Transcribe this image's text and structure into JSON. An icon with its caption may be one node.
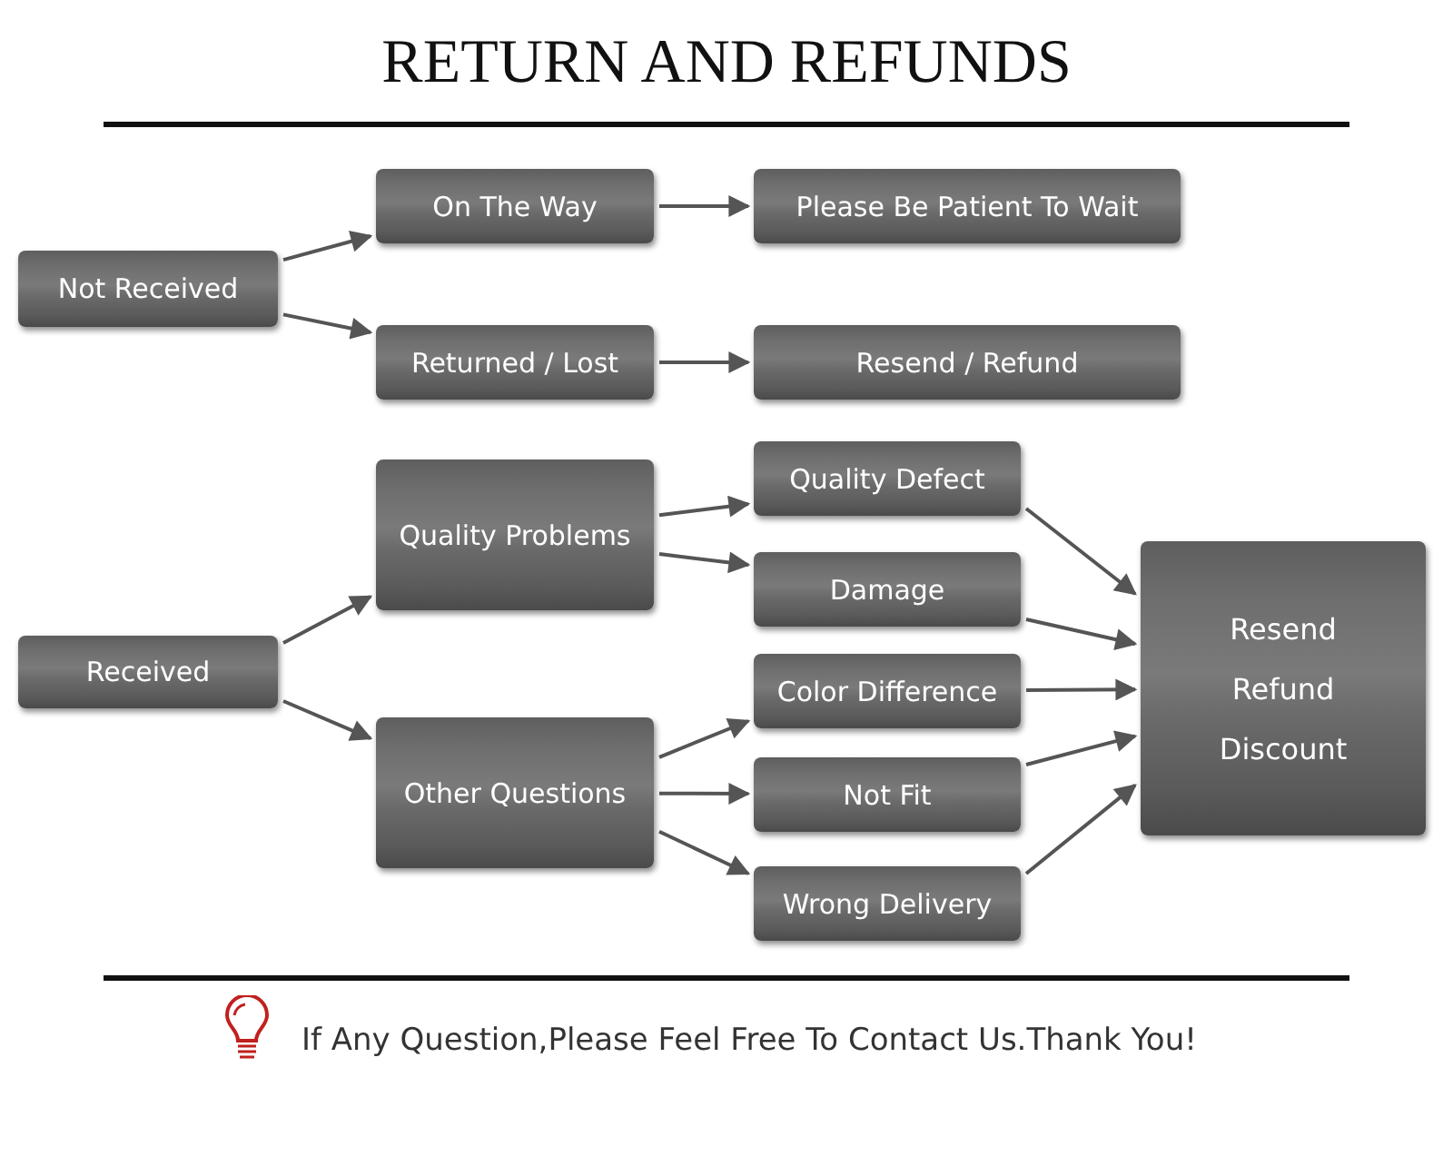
{
  "diagram": {
    "title": "RETURN AND REFUNDS",
    "nodes": [
      {
        "text": [
          "Not Received"
        ]
      },
      {
        "text": [
          "On The Way"
        ]
      },
      {
        "text": [
          "Returned / Lost"
        ]
      },
      {
        "text": [
          "Please Be Patient To Wait"
        ]
      },
      {
        "text": [
          "Resend / Refund"
        ]
      },
      {
        "text": [
          "Received"
        ]
      },
      {
        "text": [
          "Quality Problems"
        ]
      },
      {
        "text": [
          "Other Questions"
        ]
      },
      {
        "text": [
          "Quality Defect"
        ]
      },
      {
        "text": [
          "Damage"
        ]
      },
      {
        "text": [
          "Color Difference"
        ]
      },
      {
        "text": [
          "Not Fit"
        ]
      },
      {
        "text": [
          "Wrong Delivery"
        ]
      },
      {
        "text": [
          "Resend",
          "Refund",
          "Discount"
        ]
      }
    ],
    "edges": [
      {
        "from": 0,
        "to": 1,
        "arrow": "to"
      },
      {
        "from": 0,
        "to": 2,
        "arrow": "to"
      },
      {
        "from": 1,
        "to": 3,
        "arrow": "to"
      },
      {
        "from": 2,
        "to": 4,
        "arrow": "to"
      },
      {
        "from": 5,
        "to": 6,
        "arrow": "to"
      },
      {
        "from": 5,
        "to": 7,
        "arrow": "to"
      },
      {
        "from": 6,
        "to": 8,
        "arrow": "to"
      },
      {
        "from": 6,
        "to": 9,
        "arrow": "to"
      },
      {
        "from": 7,
        "to": 10,
        "arrow": "to"
      },
      {
        "from": 7,
        "to": 11,
        "arrow": "to"
      },
      {
        "from": 7,
        "to": 12,
        "arrow": "to"
      },
      {
        "from": 8,
        "to": 13,
        "arrow": "to"
      },
      {
        "from": 9,
        "to": 13,
        "arrow": "to"
      },
      {
        "from": 10,
        "to": 13,
        "arrow": "to"
      },
      {
        "from": 11,
        "to": 13,
        "arrow": "to"
      },
      {
        "from": 12,
        "to": 13,
        "arrow": "to"
      }
    ],
    "labels": [
      "If Any Question,Please Feel Free To Contact Us.Thank You!"
    ]
  }
}
